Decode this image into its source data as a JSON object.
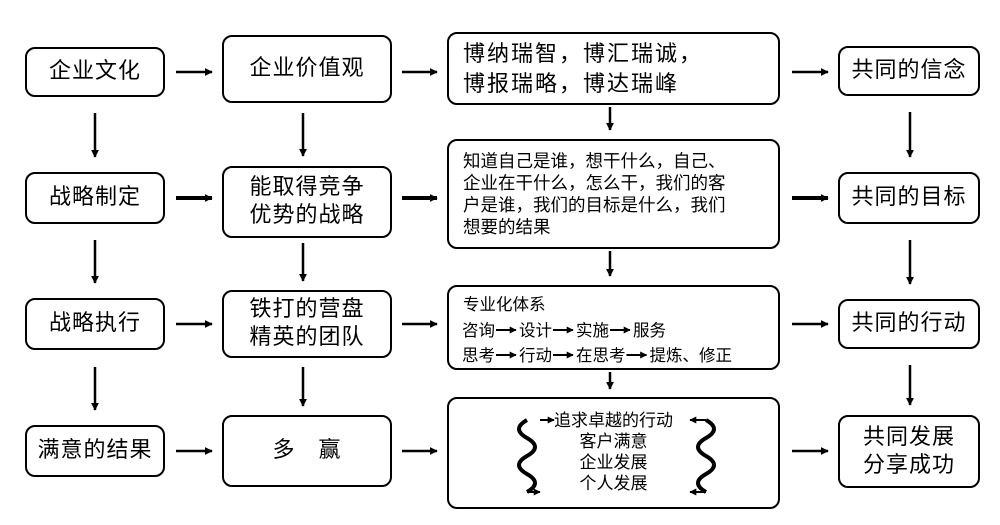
{
  "columns": {
    "col1": [
      "企业文化",
      "战略制定",
      "战略执行",
      "满意的结果"
    ],
    "col2": [
      [
        "企业价值观"
      ],
      [
        "能取得竞争",
        "优势的战略"
      ],
      [
        "铁打的营盘",
        "精英的团队"
      ],
      [
        "多　赢"
      ]
    ],
    "col3": {
      "r1": [
        "博纳瑞智，博汇瑞诚，",
        "博报瑞略，博达瑞峰"
      ],
      "r2": [
        "知道自己是谁，想干什么，自己、",
        "企业在干什么，怎么干，我们的客",
        "户是谁，我们的目标是什么，我们",
        "想要的结果"
      ],
      "r3": {
        "title": "专业化体系",
        "flow1": [
          "咨询",
          "设计",
          "实施",
          "服务"
        ],
        "flow2": [
          "思考",
          "行动",
          "在思考",
          "提炼、修正"
        ]
      },
      "r4": [
        "追求卓越的行动",
        "客户满意",
        "企业发展",
        "个人发展"
      ]
    },
    "col4": [
      [
        "共同的信念"
      ],
      [
        "共同的目标"
      ],
      [
        "共同的行动"
      ],
      [
        "共同发展",
        "分享成功"
      ]
    ]
  }
}
